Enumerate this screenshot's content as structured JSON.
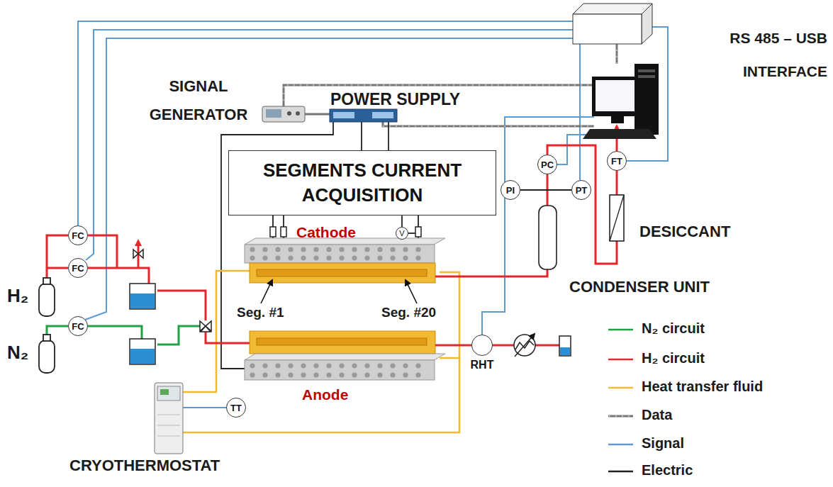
{
  "diagram": {
    "nodes": [
      {
        "text": [
          "SEGMENTS CURRENT ACQUISITION"
        ]
      },
      {
        "text": [
          "FC"
        ]
      },
      {
        "text": [
          "FC"
        ]
      },
      {
        "text": [
          "FC"
        ]
      },
      {
        "text": [
          "TT"
        ]
      },
      {
        "text": [
          "PC"
        ]
      },
      {
        "text": [
          "PI"
        ]
      },
      {
        "text": [
          "PT"
        ]
      },
      {
        "text": [
          "FT"
        ]
      },
      {
        "text": [
          "RHT"
        ]
      },
      {
        "text": [
          "V"
        ]
      }
    ],
    "edges": [
      {
        "from": 0,
        "to": 10,
        "arrow": "none"
      },
      {
        "from": 6,
        "to": 7,
        "arrow": "none"
      }
    ],
    "labels": [
      "SIGNAL GENERATOR",
      "POWER SUPPLY",
      "RS 485 – USB INTERFACE",
      "Cathode",
      "Seg. #1",
      "Seg. #20",
      "Anode",
      "H₂",
      "N₂",
      "CONDENSER UNIT",
      "DESICCANT",
      "CRYOTHERMOSTAT"
    ],
    "legend": [
      {
        "text": "N₂ circuit"
      },
      {
        "text": "H₂ circuit"
      },
      {
        "text": "Heat transfer fluid"
      },
      {
        "text": "Data"
      },
      {
        "text": "Signal"
      },
      {
        "text": "Electric"
      }
    ]
  }
}
